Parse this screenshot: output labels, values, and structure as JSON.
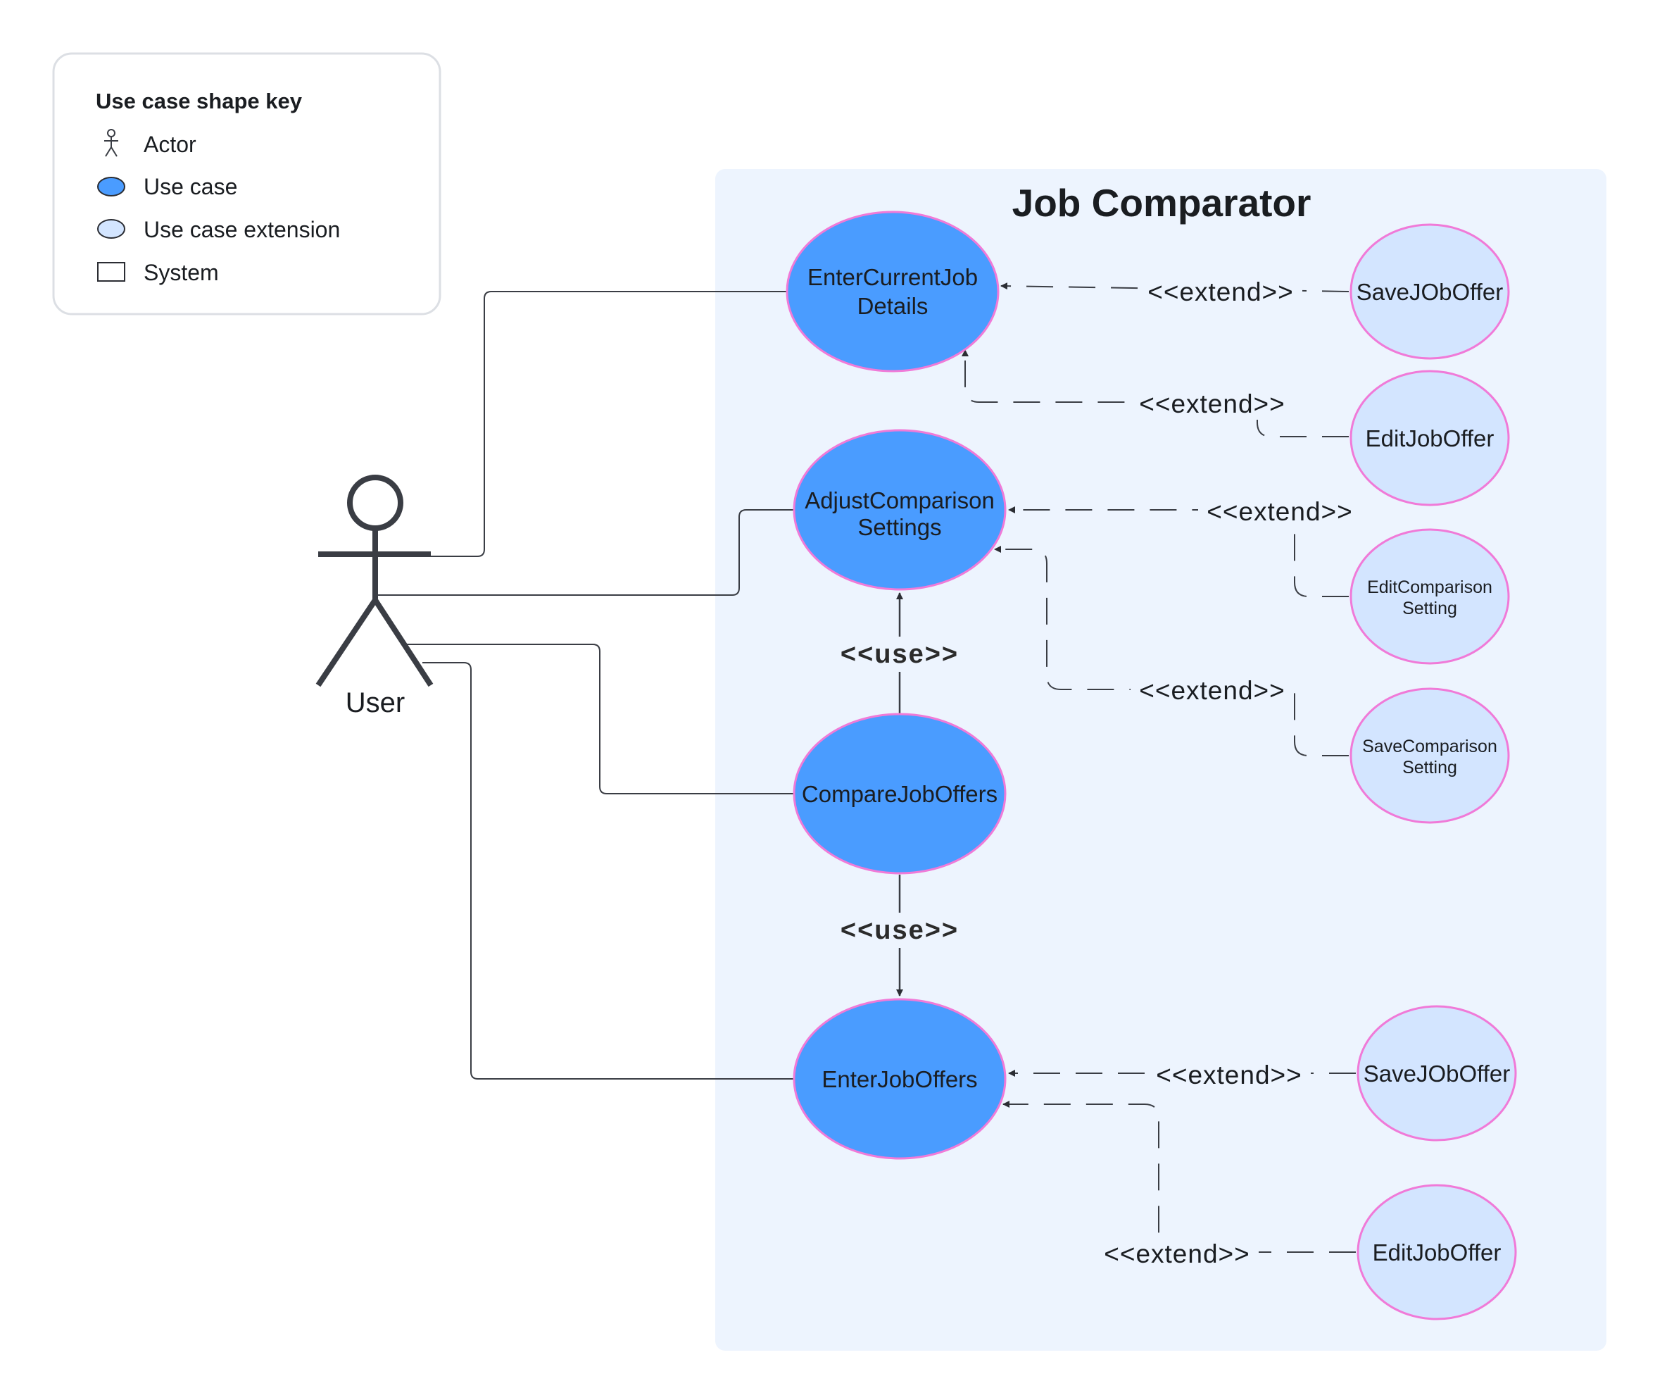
{
  "legend": {
    "title": "Use case shape key",
    "items": [
      {
        "label": "Actor",
        "icon": "actor-icon"
      },
      {
        "label": "Use case",
        "icon": "use-case-icon"
      },
      {
        "label": "Use case extension",
        "icon": "use-case-extension-icon"
      },
      {
        "label": "System",
        "icon": "system-icon"
      }
    ]
  },
  "system": {
    "title": "Job Comparator"
  },
  "actor": {
    "label": "User"
  },
  "use_cases": {
    "enter_current_job": [
      "EnterCurrentJob",
      "Details"
    ],
    "adjust_comparison": [
      "AdjustComparison",
      "Settings"
    ],
    "compare_job_offers": "CompareJobOffers",
    "enter_job_offers": "EnterJobOffers"
  },
  "extensions": {
    "save_job_offer_top": "SaveJObOffer",
    "edit_job_offer_top": "EditJobOffer",
    "edit_comparison_setting": [
      "EditComparison",
      "Setting"
    ],
    "save_comparison_setting": [
      "SaveComparison",
      "Setting"
    ],
    "save_job_offer_bottom": "SaveJObOffer",
    "edit_job_offer_bottom": "EditJobOffer"
  },
  "relations": {
    "extend": "<<extend>>",
    "use": "<<use>>"
  },
  "colors": {
    "use_case_fill": "#4a9cff",
    "extension_fill": "#d3e5ff",
    "ellipse_border": "#f07ad8",
    "system_fill": "#edf4fe"
  }
}
